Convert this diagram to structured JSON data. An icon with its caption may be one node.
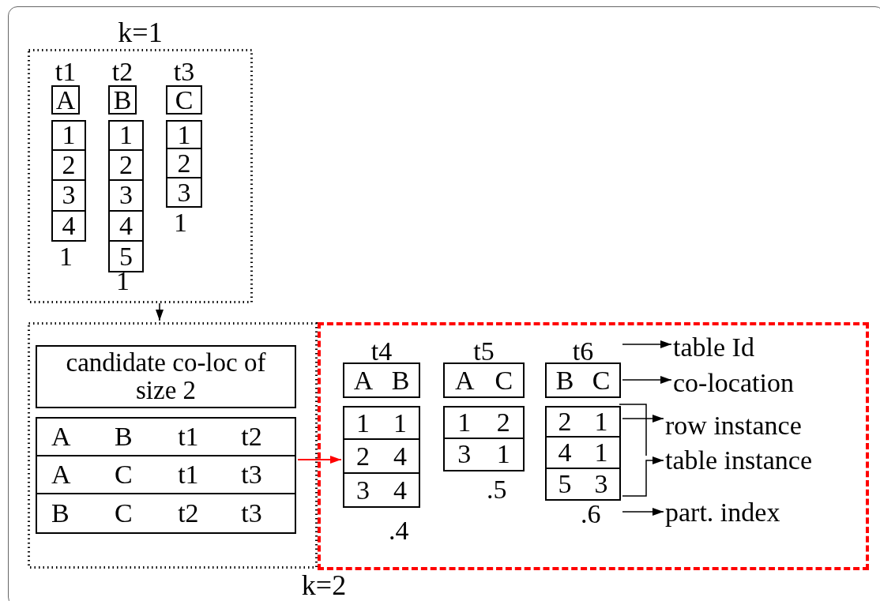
{
  "diagram": {
    "nodes": [
      {
        "text": [
          "k=1"
        ]
      },
      {
        "text": [
          "t1",
          "A"
        ],
        "in": 0
      },
      {
        "text": [
          "1",
          "2",
          "3",
          "4"
        ],
        "in": 0,
        "beside": [
          "1"
        ]
      },
      {
        "text": [
          "t2",
          "B"
        ],
        "in": 0
      },
      {
        "text": [
          "1",
          "2",
          "3",
          "4",
          "5"
        ],
        "in": 0,
        "beside": [
          "1"
        ]
      },
      {
        "text": [
          "t3",
          "C"
        ],
        "in": 0
      },
      {
        "text": [
          "1",
          "2",
          "3"
        ],
        "in": 0,
        "beside": [
          "1"
        ]
      },
      {
        "text": [
          "k=2"
        ]
      },
      {
        "text": [
          "candidate co-loc of size 2"
        ],
        "in": 7
      },
      {
        "text": [
          "A",
          "B",
          "t1",
          "t2",
          "A",
          "C",
          "t1",
          "t3",
          "B",
          "C",
          "t2",
          "t3"
        ],
        "in": 7
      },
      {
        "text": [],
        "shape": "box"
      },
      {
        "text": [
          "t4",
          "A",
          "B"
        ],
        "in": 10
      },
      {
        "text": [
          "1",
          "1",
          "2",
          "4",
          "3",
          "4"
        ],
        "in": 10,
        "beside": [
          ".4"
        ]
      },
      {
        "text": [
          "t5",
          "A",
          "C"
        ],
        "in": 10
      },
      {
        "text": [
          "1",
          "2",
          "3",
          "1"
        ],
        "in": 10,
        "beside": [
          ".5"
        ]
      },
      {
        "text": [
          "t6",
          "B",
          "C"
        ],
        "in": 10
      },
      {
        "text": [
          "2",
          "1",
          "4",
          "1",
          "5",
          "3"
        ],
        "in": 10,
        "beside": [
          ".6"
        ]
      },
      {
        "text": [
          "table Id"
        ],
        "in": 10
      },
      {
        "text": [
          "co-location"
        ],
        "in": 10
      },
      {
        "text": [
          "row instance"
        ],
        "in": 10
      },
      {
        "text": [
          "table instance"
        ],
        "in": 10
      },
      {
        "text": [
          "part. index"
        ],
        "in": 10
      }
    ],
    "edges": [
      {
        "from": 0,
        "to": 7,
        "arrow": "to"
      },
      {
        "from": 9,
        "to": 12,
        "arrow": "to",
        "color": "#ff0000"
      },
      {
        "from": 15,
        "to": 17,
        "arrow": "to"
      },
      {
        "from": 15,
        "to": 18,
        "arrow": "to"
      },
      {
        "from": 16,
        "to": 19,
        "arrow": "to"
      },
      {
        "from": 16,
        "to": 20,
        "arrow": "to"
      },
      {
        "from": 16,
        "to": 21,
        "arrow": "to"
      }
    ]
  }
}
